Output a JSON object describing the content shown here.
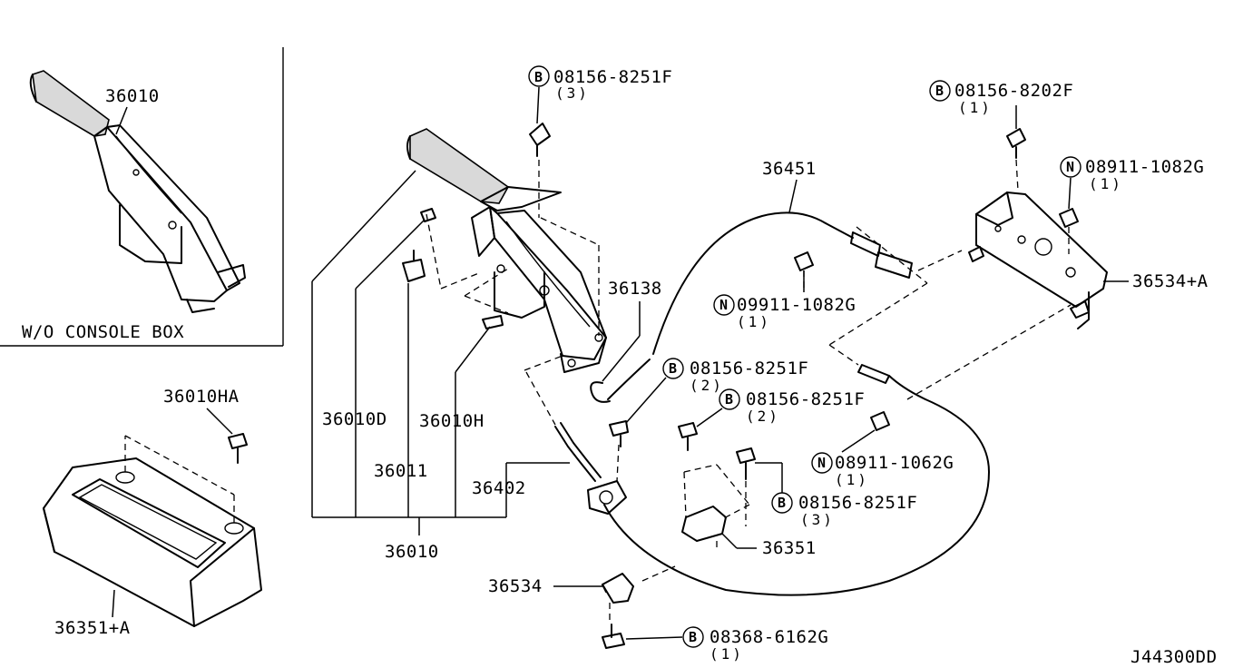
{
  "inset": {
    "variant_label": "W/O CONSOLE BOX",
    "part_number": "36010"
  },
  "console": {
    "bolt_number": "36010HA",
    "cover_number": "36351+A"
  },
  "labels": {
    "p36010": "36010",
    "p36010D": "36010D",
    "p36010H": "36010H",
    "p36011": "36011",
    "p36402": "36402",
    "p36138": "36138",
    "p36451": "36451",
    "p36351": "36351",
    "p36534": "36534",
    "p36534A": "36534+A"
  },
  "fasteners": [
    {
      "key": "b1",
      "prefix": "B",
      "number": "08156-8251F",
      "qty": "(3)"
    },
    {
      "key": "b2",
      "prefix": "B",
      "number": "08156-8202F",
      "qty": "(1)"
    },
    {
      "key": "n1",
      "prefix": "N",
      "number": "08911-1082G",
      "qty": "(1)"
    },
    {
      "key": "n2",
      "prefix": "N",
      "number": "09911-1082G",
      "qty": "(1)"
    },
    {
      "key": "b3",
      "prefix": "B",
      "number": "08156-8251F",
      "qty": "(2)"
    },
    {
      "key": "b4",
      "prefix": "B",
      "number": "08156-8251F",
      "qty": "(2)"
    },
    {
      "key": "n3",
      "prefix": "N",
      "number": "08911-1062G",
      "qty": "(1)"
    },
    {
      "key": "b5",
      "prefix": "B",
      "number": "08156-8251F",
      "qty": "(3)"
    },
    {
      "key": "b6",
      "prefix": "B",
      "number": "08368-6162G",
      "qty": "(1)"
    }
  ],
  "diagram_code": "J44300DD"
}
